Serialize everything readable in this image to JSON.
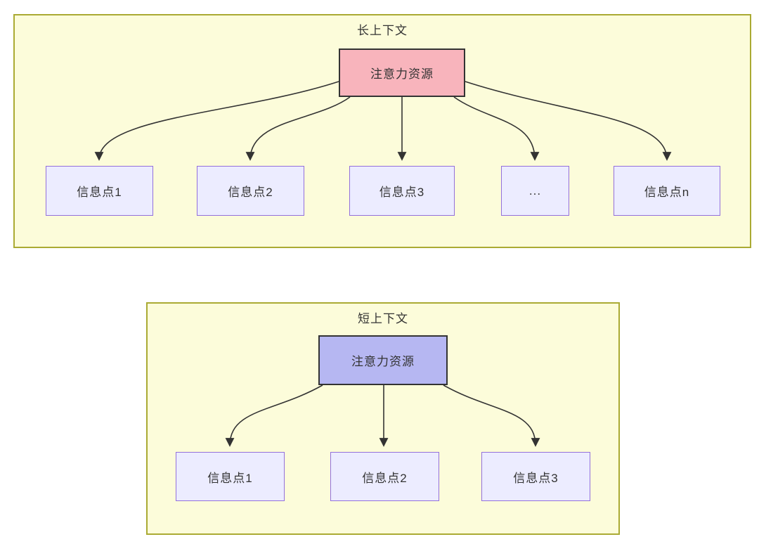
{
  "diagram": {
    "sections": [
      {
        "title": "长上下文",
        "root": {
          "label": "注意力资源"
        },
        "children": [
          {
            "label": "信息点1"
          },
          {
            "label": "信息点2"
          },
          {
            "label": "信息点3"
          },
          {
            "label": "..."
          },
          {
            "label": "信息点n"
          }
        ]
      },
      {
        "title": "短上下文",
        "root": {
          "label": "注意力资源"
        },
        "children": [
          {
            "label": "信息点1"
          },
          {
            "label": "信息点2"
          },
          {
            "label": "信息点3"
          }
        ]
      }
    ],
    "colors": {
      "container_fill": "#fcfcda",
      "container_border": "#aaaa33",
      "long_root_fill": "#f8b4bc",
      "short_root_fill": "#b6b7f2",
      "root_border": "#333333",
      "node_fill": "#ececff",
      "node_border": "#9370db",
      "line": "#333333",
      "text": "#333333"
    }
  }
}
